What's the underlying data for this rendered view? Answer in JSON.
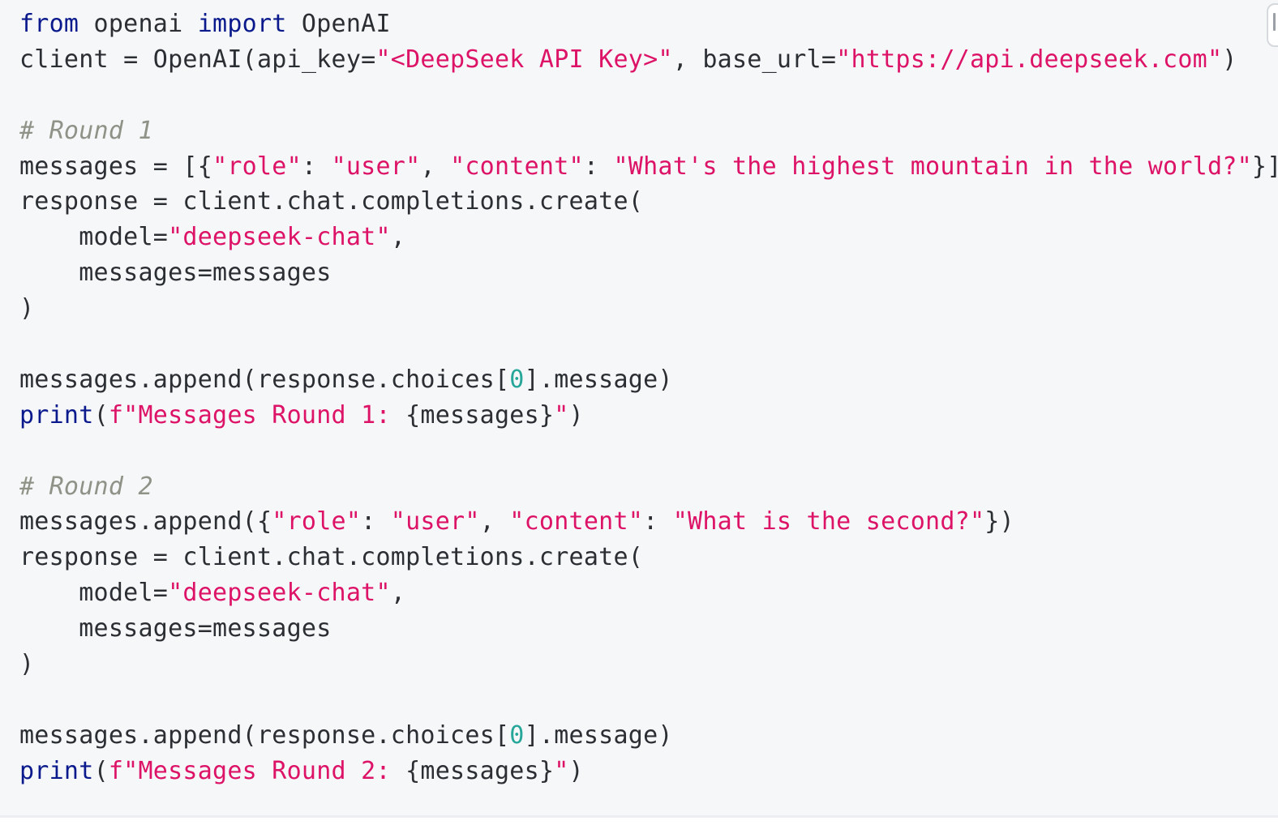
{
  "code_block": {
    "language": "python",
    "copy_icon": "copy-icon",
    "lines": [
      [
        {
          "t": "keyword",
          "v": "from"
        },
        {
          "t": "plain",
          "v": " openai "
        },
        {
          "t": "keyword",
          "v": "import"
        },
        {
          "t": "plain",
          "v": " OpenAI"
        }
      ],
      [
        {
          "t": "plain",
          "v": "client = OpenAI(api_key="
        },
        {
          "t": "string",
          "v": "\"<DeepSeek API Key>\""
        },
        {
          "t": "plain",
          "v": ", base_url="
        },
        {
          "t": "string",
          "v": "\"https://api.deepseek.com\""
        },
        {
          "t": "plain",
          "v": ")"
        }
      ],
      [],
      [
        {
          "t": "comment",
          "v": "# Round 1"
        }
      ],
      [
        {
          "t": "plain",
          "v": "messages = [{"
        },
        {
          "t": "string",
          "v": "\"role\""
        },
        {
          "t": "plain",
          "v": ": "
        },
        {
          "t": "string",
          "v": "\"user\""
        },
        {
          "t": "plain",
          "v": ", "
        },
        {
          "t": "string",
          "v": "\"content\""
        },
        {
          "t": "plain",
          "v": ": "
        },
        {
          "t": "string",
          "v": "\"What's the highest mountain in the world?\""
        },
        {
          "t": "plain",
          "v": "}]"
        }
      ],
      [
        {
          "t": "plain",
          "v": "response = client.chat.completions.create("
        }
      ],
      [
        {
          "t": "plain",
          "v": "    model="
        },
        {
          "t": "string",
          "v": "\"deepseek-chat\""
        },
        {
          "t": "plain",
          "v": ","
        }
      ],
      [
        {
          "t": "plain",
          "v": "    messages=messages"
        }
      ],
      [
        {
          "t": "plain",
          "v": ")"
        }
      ],
      [],
      [
        {
          "t": "plain",
          "v": "messages.append(response.choices["
        },
        {
          "t": "number",
          "v": "0"
        },
        {
          "t": "plain",
          "v": "].message)"
        }
      ],
      [
        {
          "t": "builtin",
          "v": "print"
        },
        {
          "t": "plain",
          "v": "("
        },
        {
          "t": "string",
          "v": "f\"Messages Round 1: "
        },
        {
          "t": "plain",
          "v": "{messages}"
        },
        {
          "t": "string",
          "v": "\""
        },
        {
          "t": "plain",
          "v": ")"
        }
      ],
      [],
      [
        {
          "t": "comment",
          "v": "# Round 2"
        }
      ],
      [
        {
          "t": "plain",
          "v": "messages.append({"
        },
        {
          "t": "string",
          "v": "\"role\""
        },
        {
          "t": "plain",
          "v": ": "
        },
        {
          "t": "string",
          "v": "\"user\""
        },
        {
          "t": "plain",
          "v": ", "
        },
        {
          "t": "string",
          "v": "\"content\""
        },
        {
          "t": "plain",
          "v": ": "
        },
        {
          "t": "string",
          "v": "\"What is the second?\""
        },
        {
          "t": "plain",
          "v": "})"
        }
      ],
      [
        {
          "t": "plain",
          "v": "response = client.chat.completions.create("
        }
      ],
      [
        {
          "t": "plain",
          "v": "    model="
        },
        {
          "t": "string",
          "v": "\"deepseek-chat\""
        },
        {
          "t": "plain",
          "v": ","
        }
      ],
      [
        {
          "t": "plain",
          "v": "    messages=messages"
        }
      ],
      [
        {
          "t": "plain",
          "v": ")"
        }
      ],
      [],
      [
        {
          "t": "plain",
          "v": "messages.append(response.choices["
        },
        {
          "t": "number",
          "v": "0"
        },
        {
          "t": "plain",
          "v": "].message)"
        }
      ],
      [
        {
          "t": "builtin",
          "v": "print"
        },
        {
          "t": "plain",
          "v": "("
        },
        {
          "t": "string",
          "v": "f\"Messages Round 2: "
        },
        {
          "t": "plain",
          "v": "{messages}"
        },
        {
          "t": "string",
          "v": "\""
        },
        {
          "t": "plain",
          "v": ")"
        }
      ]
    ]
  },
  "colors": {
    "background": "#f6f7f9",
    "keyword": "#0a1a8c",
    "string": "#dd1367",
    "comment": "#8f9287",
    "number": "#27a69a",
    "text": "#2b2e33"
  }
}
